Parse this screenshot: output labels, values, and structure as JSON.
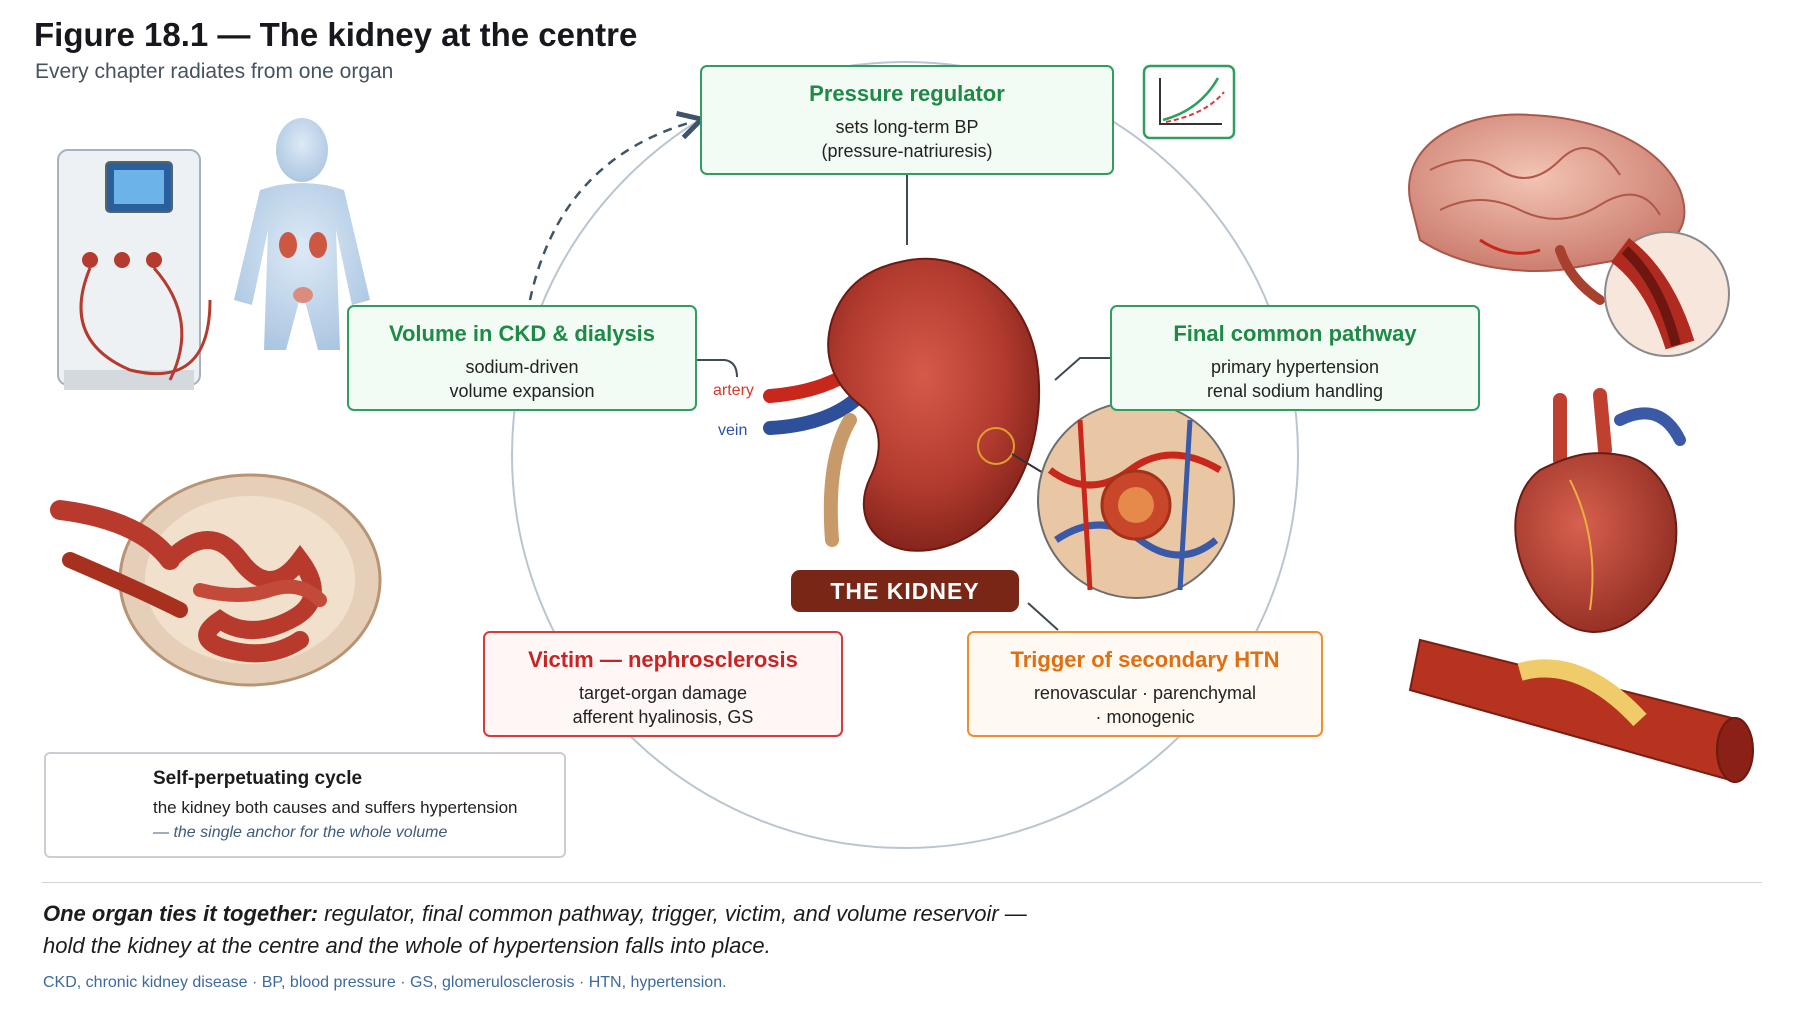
{
  "figure": {
    "title": "Figure 18.1 — The kidney at the centre",
    "subtitle": "Every chapter radiates from one organ"
  },
  "center": {
    "label": "THE KIDNEY",
    "artery_label": "artery",
    "vein_label": "vein"
  },
  "boxes": {
    "pressure_regulator": {
      "title": "Pressure regulator",
      "lines": [
        "sets long-term BP",
        "(pressure-natriuresis)"
      ],
      "color": "#2f9e5e"
    },
    "volume": {
      "title": "Volume in CKD & dialysis",
      "lines": [
        "sodium-driven",
        "volume expansion"
      ],
      "color": "#2f9e5e"
    },
    "final_common": {
      "title": "Final common pathway",
      "lines": [
        "primary hypertension",
        "renal sodium handling"
      ],
      "color": "#2f9e5e"
    },
    "victim": {
      "title": "Victim — nephrosclerosis",
      "lines": [
        "target-organ damage",
        "afferent hyalinosis, GS"
      ],
      "color": "#d83a3a"
    },
    "trigger": {
      "title": "Trigger of secondary HTN",
      "lines": [
        "renovascular · parenchymal",
        "· monogenic"
      ],
      "color": "#ee8e2c"
    }
  },
  "legend": {
    "title": "Self-perpetuating cycle",
    "line1": "the kidney both causes and suffers hypertension",
    "line2": "— the single anchor for the whole volume"
  },
  "conclusion": {
    "bold": "One organ ties it together:",
    "rest": " regulator, final common pathway, trigger, victim, and volume reservoir —",
    "line2": "hold the kidney at the centre and the whole of hypertension falls into place."
  },
  "abbreviations": "CKD, chronic kidney disease · BP, blood pressure · GS, glomerulosclerosis · HTN, hypertension.",
  "illustrations": [
    "dialysis-machine",
    "human-body-kidneys",
    "brain-with-artery-inset",
    "heart",
    "artery-plaque",
    "glomerulus-tubule",
    "kidney-microvasculature-inset",
    "pressure-natriuresis-graph-icon"
  ]
}
